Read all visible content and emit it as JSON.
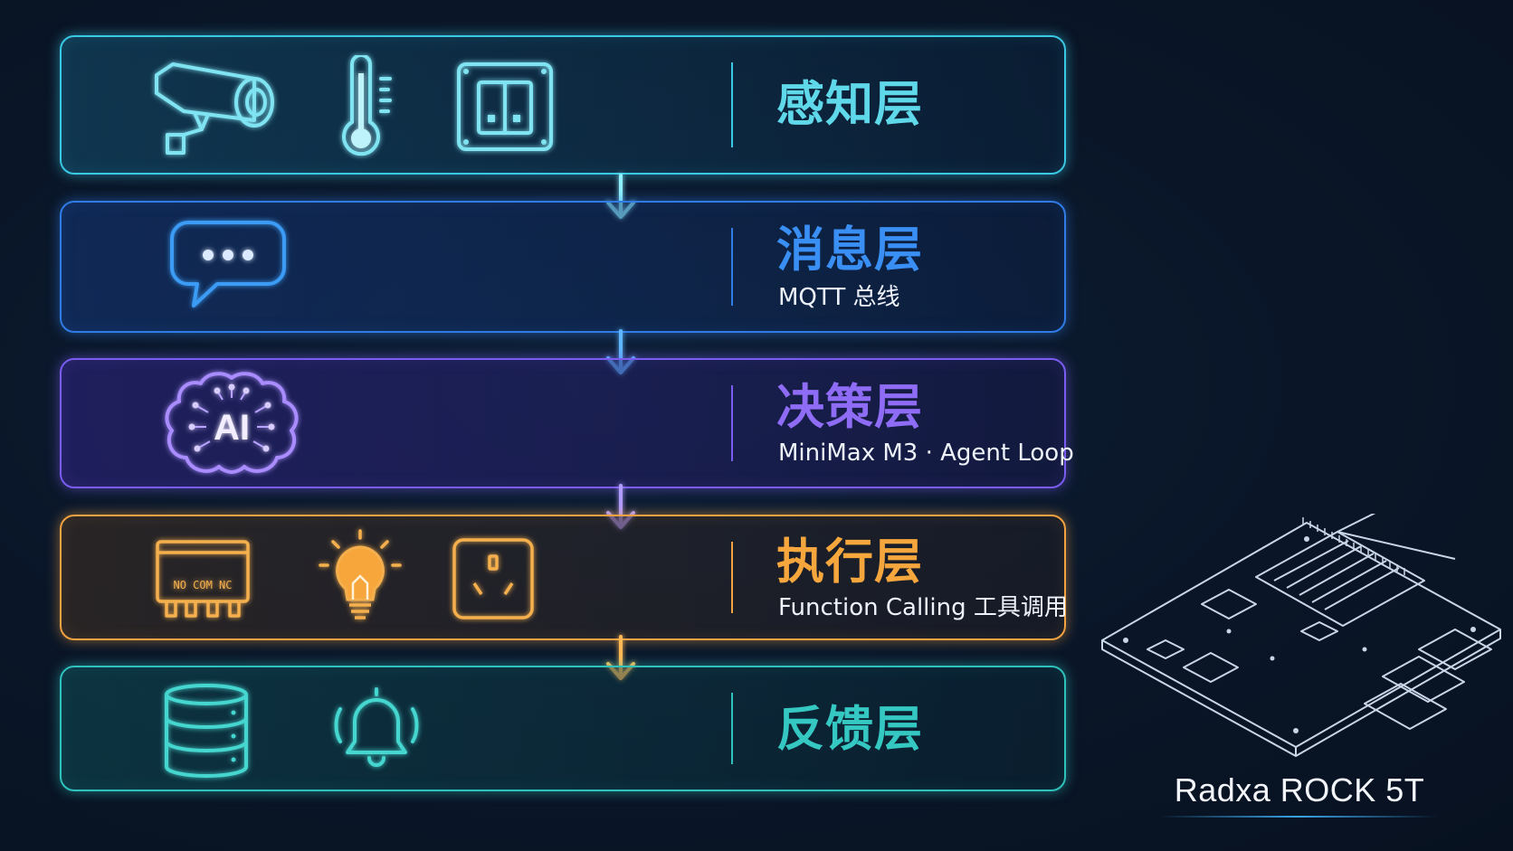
{
  "layers": [
    {
      "id": "perception",
      "title": "感知层",
      "subtitle": "",
      "color": "#39c9e4",
      "title_color": "#5fd8ea",
      "icons": [
        "surveillance-camera-icon",
        "thermometer-icon",
        "wall-switch-icon"
      ]
    },
    {
      "id": "message",
      "title": "消息层",
      "subtitle": "MQTT 总线",
      "color": "#2f7ce6",
      "title_color": "#3a8ff5",
      "icons": [
        "chat-bubble-icon"
      ]
    },
    {
      "id": "decision",
      "title": "决策层",
      "subtitle": "MiniMax M3 · Agent Loop",
      "color": "#7a5cf0",
      "title_color": "#8f6cf5",
      "icons": [
        "ai-brain-icon"
      ]
    },
    {
      "id": "execution",
      "title": "执行层",
      "subtitle": "Function Calling 工具调用",
      "color": "#f2a240",
      "title_color": "#f5a63c",
      "icons": [
        "relay-icon",
        "light-bulb-icon",
        "power-socket-icon"
      ]
    },
    {
      "id": "feedback",
      "title": "反馈层",
      "subtitle": "",
      "color": "#2fc2bd",
      "title_color": "#35c8c2",
      "icons": [
        "database-icon",
        "bell-icon"
      ]
    }
  ],
  "icon_text": {
    "ai_label": "AI",
    "relay_pins": "NO COM NC"
  },
  "board": {
    "label": "Radxa ROCK 5T",
    "icon": "single-board-computer-icon"
  }
}
